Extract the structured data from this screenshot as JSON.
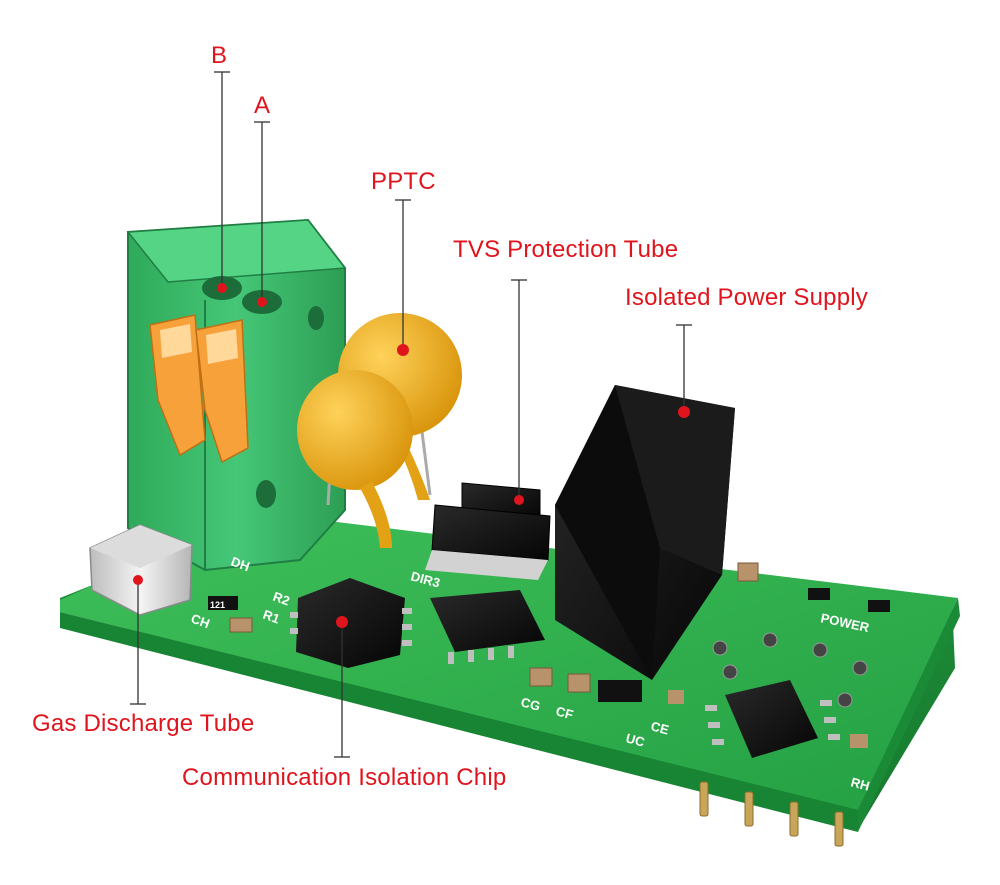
{
  "labels": {
    "b": "B",
    "a": "A",
    "pptc": "PPTC",
    "tvs": "TVS Protection Tube",
    "isolated_power": "Isolated Power Supply",
    "gas_discharge": "Gas Discharge Tube",
    "isolation_chip": "Communication Isolation Chip"
  },
  "silkscreen": {
    "power": "POWER",
    "ch": "CH",
    "dh": "DH",
    "r1": "R1",
    "r2": "R2",
    "cf": "CF",
    "cg": "CG",
    "ce": "CE",
    "uc": "UC",
    "rh": "RH",
    "resistor_121": "121",
    "chip_d": "DIR3"
  },
  "colors": {
    "label_red": "#e0141c",
    "pcb_green": "#2fae4a",
    "terminal_green": "#3cbf6a",
    "lever_orange": "#f7a13a",
    "pptc_yellow": "#f2b41c",
    "component_black": "#111111"
  }
}
